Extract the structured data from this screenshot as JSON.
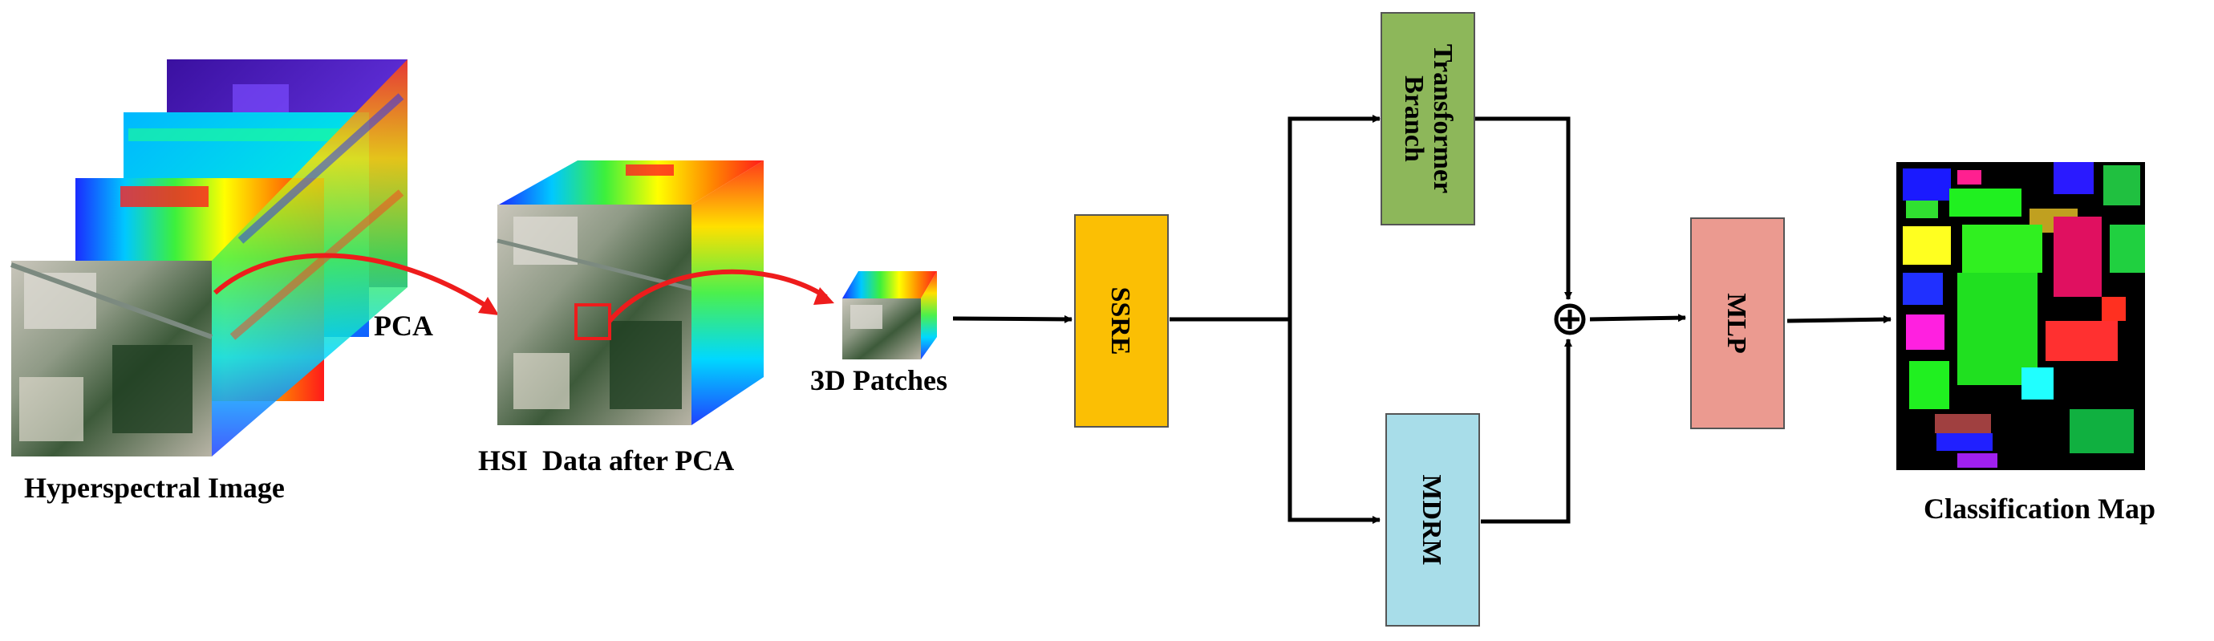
{
  "labels": {
    "hyperspectral_image": "Hyperspectral Image",
    "pca": "PCA",
    "hsi_after_pca": "HSI  Data after PCA",
    "patches": "3D Patches",
    "classification_map": "Classification Map"
  },
  "modules": {
    "ssre": "SSRE",
    "transformer": "Transformer",
    "transformer_line2": "Branch",
    "mdrm": "MDRM",
    "mlp": "MLP"
  },
  "colors": {
    "ssre": "#fbbf04",
    "transformer": "#8db75a",
    "mdrm": "#a8dde9",
    "mlp": "#eb9a90",
    "red_arrow": "#ee1c1c",
    "flow_arrow": "#000000"
  }
}
